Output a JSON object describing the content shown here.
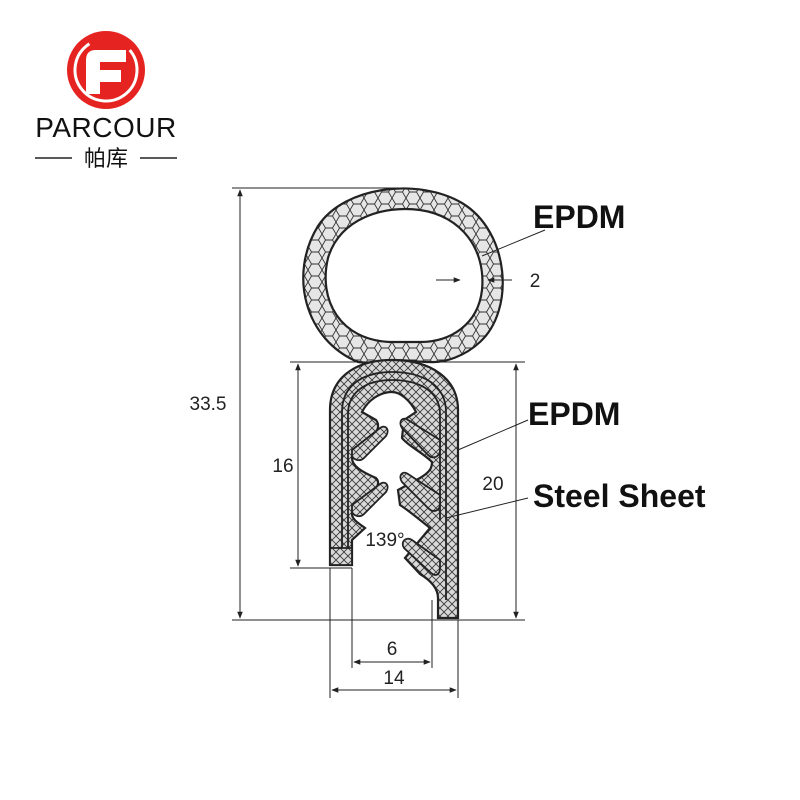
{
  "brand": {
    "name": "PARCOUR",
    "chinese": "帕库",
    "color": "#e52421"
  },
  "dimensions": {
    "total_height": "33.5",
    "clip_height": "16",
    "outer_height": "20",
    "wall": "2",
    "angle": "139°",
    "inner_width": "6",
    "outer_width": "14"
  },
  "callouts": {
    "bulb_material": "EPDM",
    "clip_material": "EPDM",
    "insert_material": "Steel Sheet"
  }
}
